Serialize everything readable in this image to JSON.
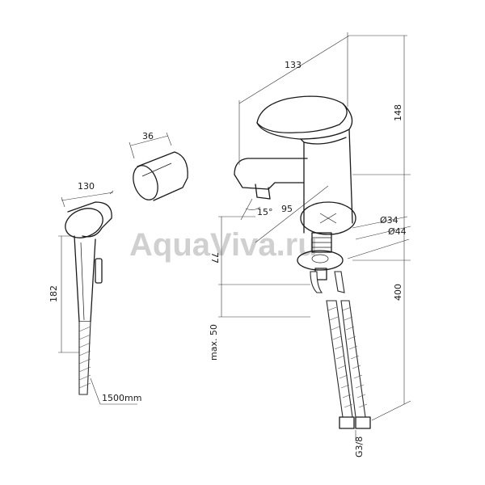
{
  "watermark": "AquaViva.ru",
  "dimensions": {
    "spout_length": "133",
    "height": "148",
    "spray_angle": "15°",
    "reach": "95",
    "hole_min": "Ø34",
    "hole_max": "Ø44",
    "body_height": "77",
    "countertop_max": "max. 50",
    "hose_length": "400",
    "connection": "G3/8",
    "handle_depth": "36",
    "shower_width": "130",
    "shower_height": "182",
    "shower_hose": "1500mm"
  }
}
